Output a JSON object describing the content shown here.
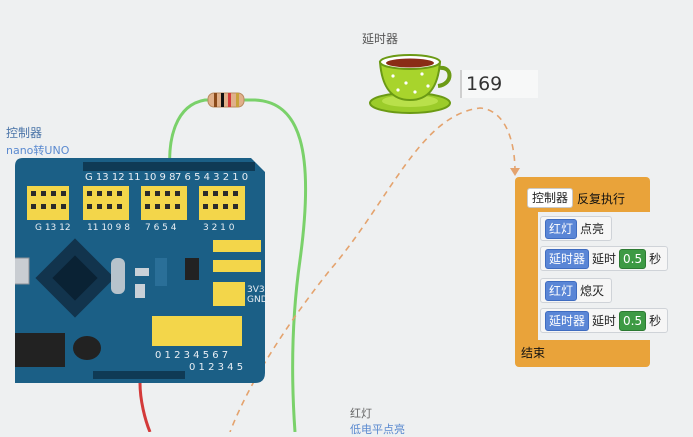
{
  "timer": {
    "label": "延时器",
    "value": "169"
  },
  "controller": {
    "label": "控制器",
    "sublabel": "nano转UNO"
  },
  "board": {
    "digital_header_labels": "G 13 12 11 10 9 8",
    "digital_header_labels2": "7 6 5 4 3 2 1 0",
    "lower_left_labels": "G 13 12",
    "lower_mid_labels": "11 10 9 8",
    "lower_mid2_labels": "7 6 5 4",
    "lower_right_labels": "3 2 1 0",
    "power_labels": "3V3\nGND",
    "analog_labels_top": "0 1 2 3 4 5 6 7",
    "analog_labels_bottom": "0 1 2 3 4 5"
  },
  "red_light": {
    "label": "红灯",
    "sublabel": "低电平点亮"
  },
  "program": {
    "header_controller": "控制器",
    "header_action": "反复执行",
    "statements": [
      {
        "device": "红灯",
        "action": "点亮"
      },
      {
        "device": "延时器",
        "action": "延时",
        "value": "0.5",
        "unit": "秒"
      },
      {
        "device": "红灯",
        "action": "熄灭"
      },
      {
        "device": "延时器",
        "action": "延时",
        "value": "0.5",
        "unit": "秒"
      }
    ],
    "footer": "结束"
  },
  "colors": {
    "board": "#1b5f86",
    "header_yellow": "#f3d64a",
    "block_orange": "#e9a33a",
    "tag_blue": "#5a86d6",
    "value_green": "#3d9a44",
    "wire_green": "#7ad16a",
    "wire_red": "#d33a3a",
    "dash_orange": "#e4a36e"
  }
}
